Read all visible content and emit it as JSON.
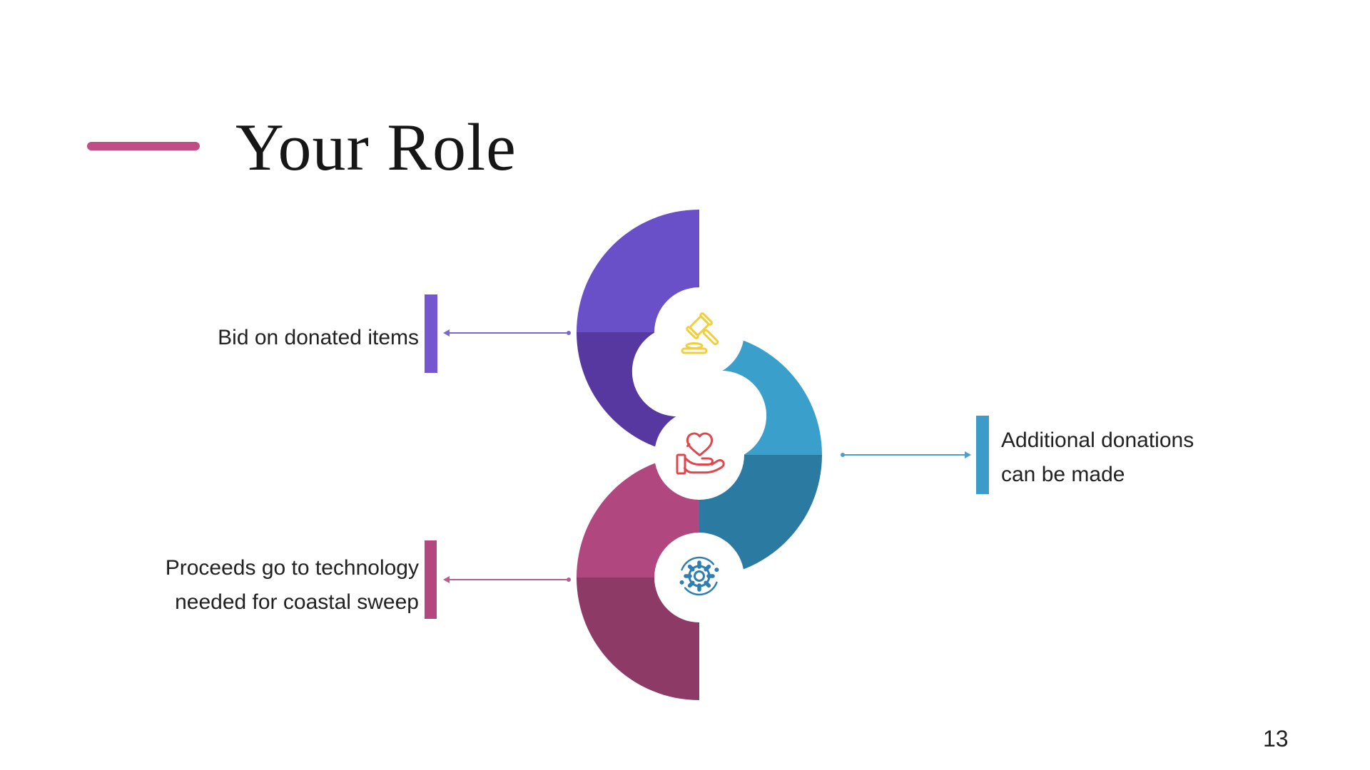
{
  "slide": {
    "title": "Your Role",
    "page_number": "13",
    "background_color": "#FFFFFF",
    "accent_line_color": "#C04D86",
    "text_color": "#212121"
  },
  "diagram": {
    "type": "semicircle-process",
    "steps": [
      {
        "label": "Bid on donated items",
        "side": "left",
        "icon": "gavel-auction-icon",
        "icon_color": "#F2CE3C",
        "arc_color_top": "#6A50C8",
        "arc_color_bottom": "#5638A0",
        "bar_color": "#7456D0",
        "connector_color": "#7B68CE"
      },
      {
        "label": "Additional donations can be made",
        "side": "right",
        "icon": "heart-in-hand-icon",
        "icon_color": "#E0474C",
        "arc_color_top": "#3B9FCC",
        "arc_color_bottom": "#2A7AA2",
        "bar_color": "#3D9BC9",
        "connector_color": "#4C9FC8"
      },
      {
        "label": "Proceeds go to technology needed for coastal sweep",
        "side": "left",
        "icon": "gear-process-icon",
        "icon_color": "#2E7EB3",
        "arc_color_top": "#B0487F",
        "arc_color_bottom": "#8D3A66",
        "bar_color": "#B4487E",
        "connector_color": "#B85C92"
      }
    ]
  }
}
